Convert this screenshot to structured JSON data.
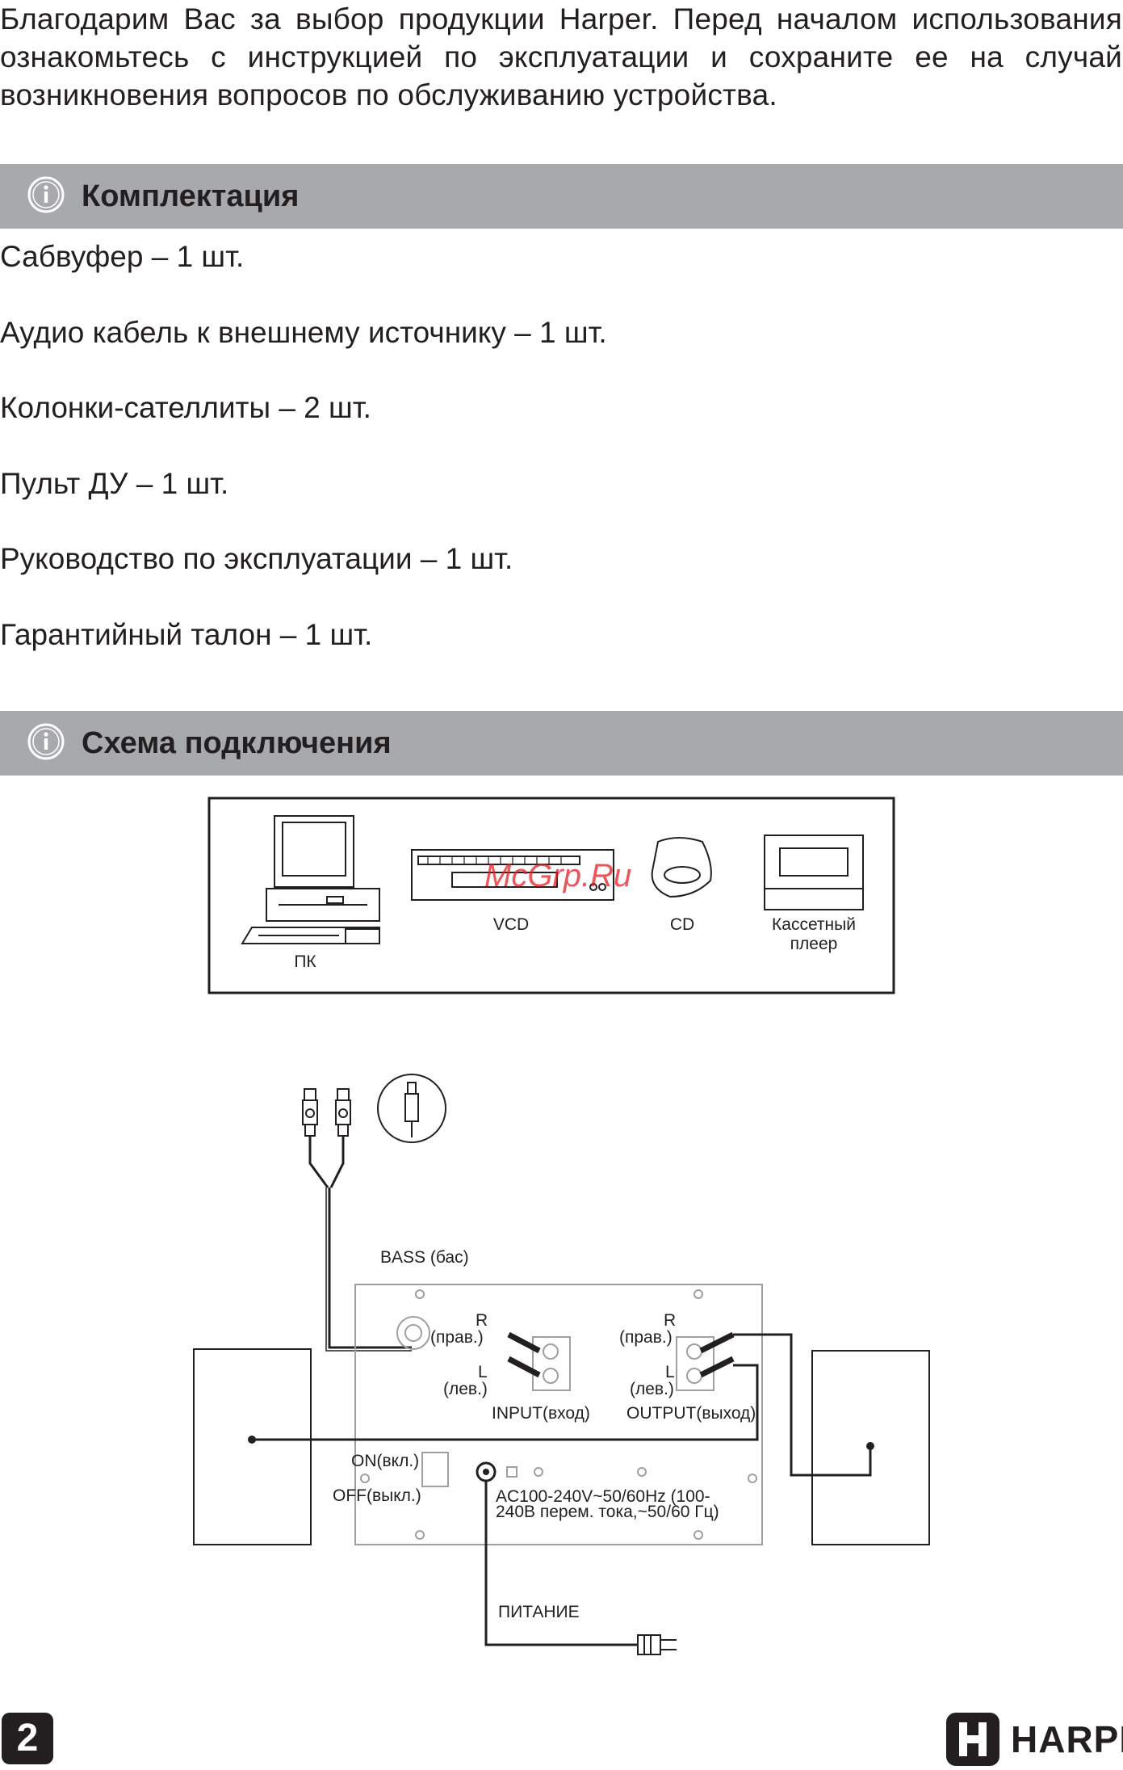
{
  "intro": "Благодарим Вас за выбор продукции Harper. Перед началом использования ознакомьтесь с инструкцией по эксплуатации и сохраните ее на случай возникновения вопросов по обслуживанию устройства.",
  "sections": {
    "contents": {
      "title": "Комплектация",
      "icon": "info-icon"
    },
    "diagram": {
      "title": "Схема подключения",
      "icon": "info-icon"
    }
  },
  "contents_items": [
    "Сабвуфер – 1 шт.",
    "Аудио кабель к внешнему источнику – 1 шт.",
    "Колонки-сателлиты – 2 шт.",
    "Пульт ДУ – 1 шт.",
    "Руководство по эксплуатации – 1 шт.",
    "Гарантийный талон – 1 шт."
  ],
  "diagram": {
    "sources": {
      "pc": "ПК",
      "vcd": "VCD",
      "cd": "CD",
      "cassette_1": "Кассетный",
      "cassette_2": "плеер"
    },
    "bass": "BASS (бас)",
    "input_r": "R",
    "input_r_ru": "(прав.)",
    "input_l": "L",
    "input_l_ru": "(лев.)",
    "input_label": "INPUT(вход)",
    "output_r": "R",
    "output_r_ru": "(прав.)",
    "output_l": "L",
    "output_l_ru": "(лев.)",
    "output_label": "OUTPUT(выход)",
    "switch_on": "ON(вкл.)",
    "switch_off": "OFF(выкл.)",
    "power_spec_1": "AC100-240V~50/60Hz (100-",
    "power_spec_2": "240В перем. тока,~50/60 Гц)",
    "power": "ПИТАНИЕ"
  },
  "watermark": "McGrp.Ru",
  "footer": {
    "page": "2",
    "brand": "HARPER",
    "brand_mark": "H"
  },
  "colors": {
    "bar": "#a7a9ac",
    "text": "#231f20",
    "watermark": "#e31e24"
  }
}
